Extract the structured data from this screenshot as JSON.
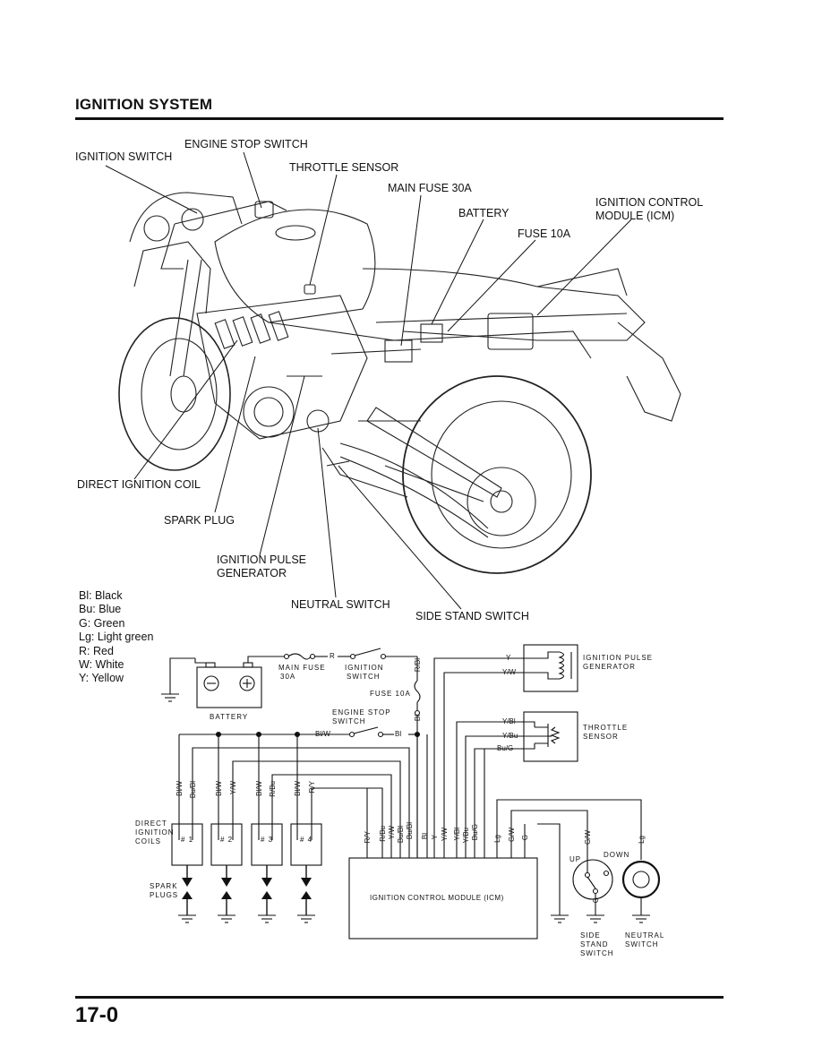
{
  "header": {
    "title": "IGNITION SYSTEM"
  },
  "footer": {
    "page_number": "17-0"
  },
  "callouts": {
    "engine_stop_switch": "ENGINE STOP SWITCH",
    "ignition_switch": "IGNITION SWITCH",
    "throttle_sensor": "THROTTLE SENSOR",
    "main_fuse": "MAIN FUSE 30A",
    "battery": "BATTERY",
    "icm_line1": "IGNITION CONTROL",
    "icm_line2": "MODULE (ICM)",
    "fuse_10a": "FUSE 10A",
    "direct_ignition_coil": "DIRECT IGNITION COIL",
    "spark_plug": "SPARK PLUG",
    "pulse_gen_line1": "IGNITION PULSE",
    "pulse_gen_line2": "GENERATOR",
    "neutral_switch": "NEUTRAL SWITCH",
    "side_stand_switch": "SIDE STAND SWITCH"
  },
  "legend": [
    "Bl: Black",
    "Bu: Blue",
    "G: Green",
    "Lg: Light green",
    "R: Red",
    "W: White",
    "Y: Yellow"
  ],
  "schematic": {
    "main_fuse_1": "MAIN FUSE",
    "main_fuse_2": "30A",
    "ign_switch_1": "IGNITION",
    "ign_switch_2": "SWITCH",
    "fuse_10a": "FUSE 10A",
    "battery": "BATTERY",
    "engine_stop_1": "ENGINE STOP",
    "engine_stop_2": "SWITCH",
    "pulse_gen_1": "IGNITION PULSE",
    "pulse_gen_2": "GENERATOR",
    "throttle_1": "THROTTLE",
    "throttle_2": "SENSOR",
    "direct_1": "DIRECT",
    "direct_2": "IGNITION",
    "direct_3": "COILS",
    "spark_1": "SPARK",
    "spark_2": "PLUGS",
    "coil_1": "# 1",
    "coil_2": "# 2",
    "coil_3": "# 3",
    "coil_4": "# 4",
    "icm": "IGNITION CONTROL MODULE (ICM)",
    "side_stand_1": "SIDE",
    "side_stand_2": "STAND",
    "side_stand_3": "SWITCH",
    "neutral_1": "NEUTRAL",
    "neutral_2": "SWITCH",
    "up": "UP",
    "down": "DOWN",
    "wire_r": "R",
    "wire_y": "Y",
    "wire_yw": "Y/W",
    "wire_ybl": "Y/Bl",
    "wire_ybu": "Y/Bu",
    "wire_bug": "Bu/G",
    "wire_blw": "Bl/W",
    "wire_bl": "Bl",
    "wire_rbl": "R/Bl",
    "wire_bubl": "Bu/Bl",
    "wire_rbu": "R/Bu",
    "wire_ry": "R/Y",
    "wire_lg": "Lg",
    "wire_gw": "G/W",
    "wire_g": "G"
  }
}
